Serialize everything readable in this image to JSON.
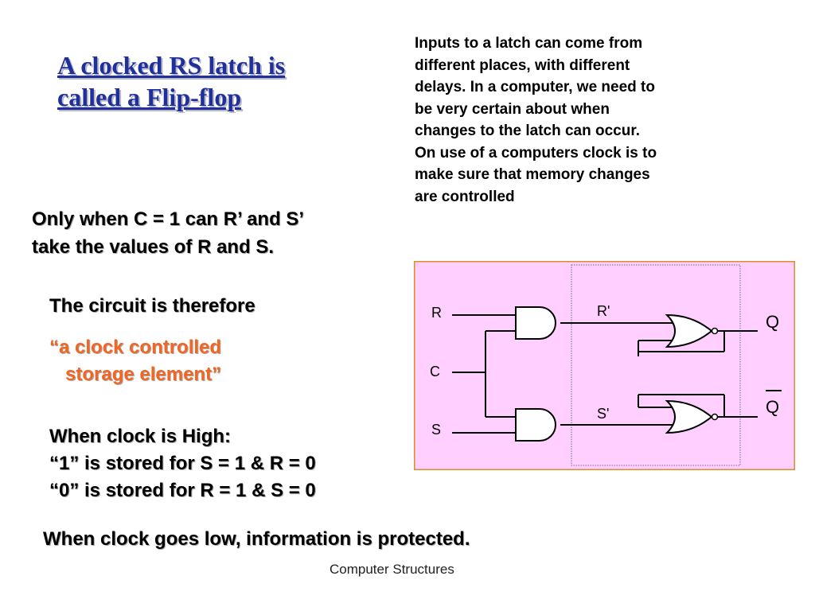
{
  "title": {
    "lines": [
      "A clocked RS latch is",
      "called a Flip-flop"
    ]
  },
  "note": {
    "lines": [
      "Inputs to a latch can come from",
      "different places, with different",
      "delays. In a computer, we need to",
      "be very certain about when",
      "changes to the latch can occur.",
      "On use of a computers clock is to",
      "make sure that memory changes",
      "are controlled"
    ]
  },
  "only_when": {
    "lines": [
      "Only when C = 1 can R’ and S’",
      "take the values of R  and S."
    ]
  },
  "circuit_is": "The circuit is therefore",
  "quote": {
    "line1": "“a clock controlled",
    "line2": "storage element”",
    "color": "#f26522"
  },
  "clock_high": {
    "lines": [
      "When clock is High:",
      "“1” is stored for S = 1 & R = 0",
      "“0” is stored for R = 1 & S = 0"
    ]
  },
  "clock_low": "When clock goes low, information is protected.",
  "footer": "Computer Structures",
  "diagram": {
    "background": "#ffd0ff",
    "border_color": "#e08c2a",
    "labels": {
      "r": "R",
      "c": "C",
      "s": "S",
      "r_prime": "R'",
      "s_prime": "S'",
      "q": "Q",
      "q_bar": "Q"
    },
    "gates": [
      "AND",
      "AND",
      "NOR",
      "NOR"
    ]
  }
}
